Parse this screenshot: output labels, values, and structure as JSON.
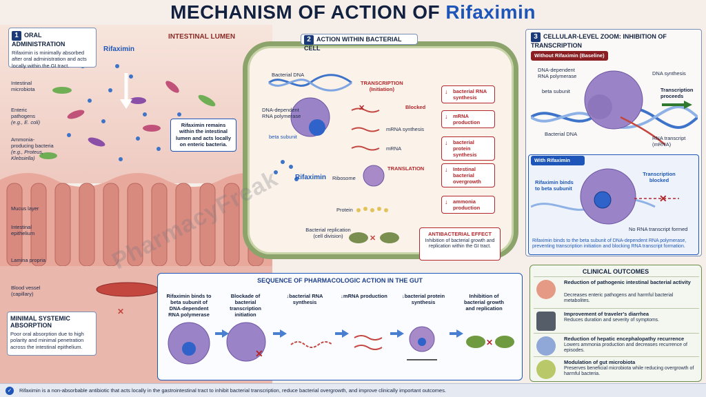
{
  "title": {
    "prefix": "MECHANISM OF ACTION OF",
    "drug": "Rifaximin"
  },
  "panel1": {
    "num": "1",
    "header": "ORAL ADMINISTRATION",
    "text": "Rifaximin is minimally absorbed after oral administration and acts locally within the GI tract.",
    "drug_label": "Rifaximin",
    "lumen_label": "INTESTINAL LUMEN",
    "labels": {
      "microbiota": "Intestinal microbiota",
      "enteric": "Enteric pathogens",
      "enteric_eg": "(e.g., E. coli)",
      "ammonia": "Ammonia-producing bacteria",
      "ammonia_eg": "(e.g., Proteus, Klebsiella)",
      "mucus": "Mucus layer",
      "epithelium": "Intestinal epithelium",
      "lamina": "Lamina propria",
      "vessel": "Blood vessel (capillary)"
    },
    "callout": "Rifaximin remains within the intestinal lumen and acts locally on enteric bacteria.",
    "systemic_header": "MINIMAL SYSTEMIC ABSORPTION",
    "systemic_text": "Poor oral absorption due to high polarity and minimal penetration across the intestinal epithelium."
  },
  "panel2": {
    "num": "2",
    "header": "ACTION WITHIN BACTERIAL CELL",
    "bacterial_dna": "Bacterial DNA",
    "rnap": "DNA-dependent RNA polymerase",
    "beta": "beta subunit",
    "drug": "Rifaximin",
    "transcription": "TRANSCRIPTION",
    "initiation": "(Initiation)",
    "blocked": "Blocked",
    "mrna_synthesis": "mRNA synthesis",
    "mrna": "mRNA",
    "translation": "TRANSLATION",
    "ribosome": "Ribosome",
    "protein": "Protein",
    "replication": "Bacterial replication (cell division)",
    "antibacterial_header": "ANTIBACTERIAL EFFECT",
    "antibacterial_text": "Inhibition of bacterial growth and replication within the GI tract.",
    "results": [
      "bacterial RNA synthesis",
      "mRNA production",
      "bacterial protein synthesis",
      "Intestinal bacterial overgrowth",
      "ammonia production"
    ],
    "down_arrow": "↓"
  },
  "panel3": {
    "num": "3",
    "header": "CELLULAR-LEVEL ZOOM: INHIBITION OF TRANSCRIPTION",
    "without": "Without Rifaximin (Baseline)",
    "rnap": "DNA-dependent RNA polymerase",
    "beta": "beta subunit",
    "dna_synthesis": "DNA synthesis",
    "proceeds": "Transcription proceeds",
    "bacterial_dna": "Bacterial DNA",
    "rna_transcript": "RNA transcript (mRNA)",
    "with": "With Rifaximin",
    "binds": "Rifaximin binds to beta subunit",
    "tblocked": "Transcription blocked",
    "no_rna": "No RNA transcript formed",
    "caption": "Rifaximin binds to the beta subunit of DNA-dependent RNA polymerase, preventing transcription initiation and blocking RNA transcript formation."
  },
  "sequence": {
    "header": "SEQUENCE OF PHARMACOLOGIC ACTION IN THE GUT",
    "steps": [
      "Rifaximin binds to beta subunit of DNA-dependent RNA polymerase",
      "Blockade of bacterial transcription initiation",
      "↓bacterial RNA synthesis",
      "↓mRNA production",
      "↓bacterial protein synthesis",
      "Inhibition of bacterial growth and replication"
    ]
  },
  "outcomes": {
    "header": "CLINICAL OUTCOMES",
    "items": [
      {
        "title": "Reduction of pathogenic intestinal bacterial activity",
        "desc": "Decreases enteric pathogens and harmful bacterial metabolites."
      },
      {
        "title": "Improvement of traveler's diarrhea",
        "desc": "Reduces duration and severity of symptoms."
      },
      {
        "title": "Reduction of hepatic encephalopathy recurrence",
        "desc": "Lowers ammonia production and decreases recurrence of episodes."
      },
      {
        "title": "Modulation of gut microbiota",
        "desc": "Preserves beneficial microbiota while reducing overgrowth of harmful bacteria."
      }
    ]
  },
  "footer": "Rifaximin is a non-absorbable antibiotic that acts locally in the gastrointestinal tract to inhibit bacterial transcription, reduce bacterial overgrowth, and improve clinically important outcomes.",
  "watermark": "PharmacyFreak",
  "colors": {
    "navy": "#12213f",
    "accent": "#1d56b8",
    "red": "#b3262b",
    "green": "#2f7a2f"
  }
}
